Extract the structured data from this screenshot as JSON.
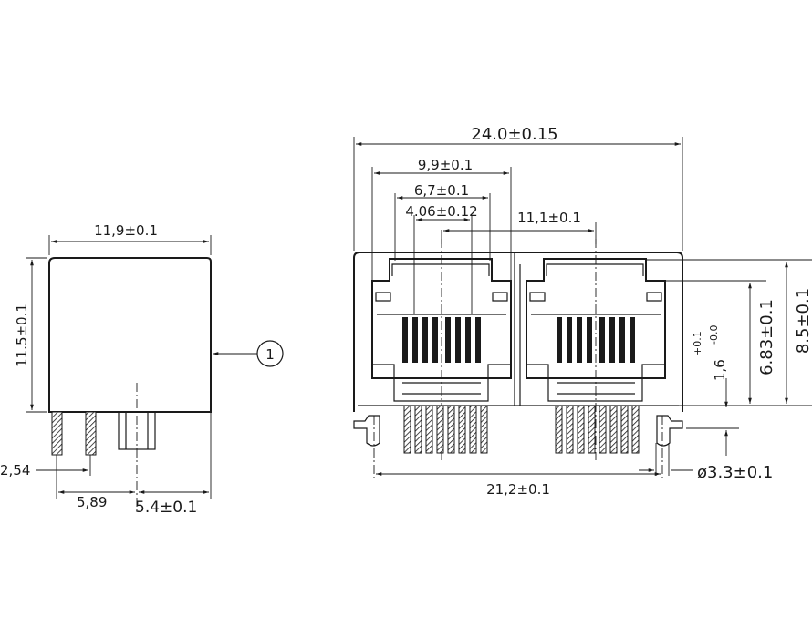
{
  "side_view": {
    "width_dim": "11,9±0.1",
    "height_dim": "11.5±0.1",
    "callout": "1",
    "pin_pitch_dim": "2,54",
    "pin_offset_dim": "5,89",
    "peg_offset_dim": "5.4±0.1"
  },
  "front_view": {
    "overall_width_dim": "24.0±0.15",
    "port_span_dim": "9,9±0.1",
    "opening_width_dim": "6,7±0.1",
    "contact_span_dim": "4.06±0.12",
    "port_pitch_dim": "11,1±0.1",
    "height_dim": "8.5±0.1",
    "opening_height_dim": "6.83±0.1",
    "foot_height_base": "1,6",
    "foot_tol_plus": "+0.1",
    "foot_tol_minus": "-0.0",
    "peg_span_dim": "21,2±0.1",
    "peg_diameter_dim": "ø3.3±0.1"
  }
}
